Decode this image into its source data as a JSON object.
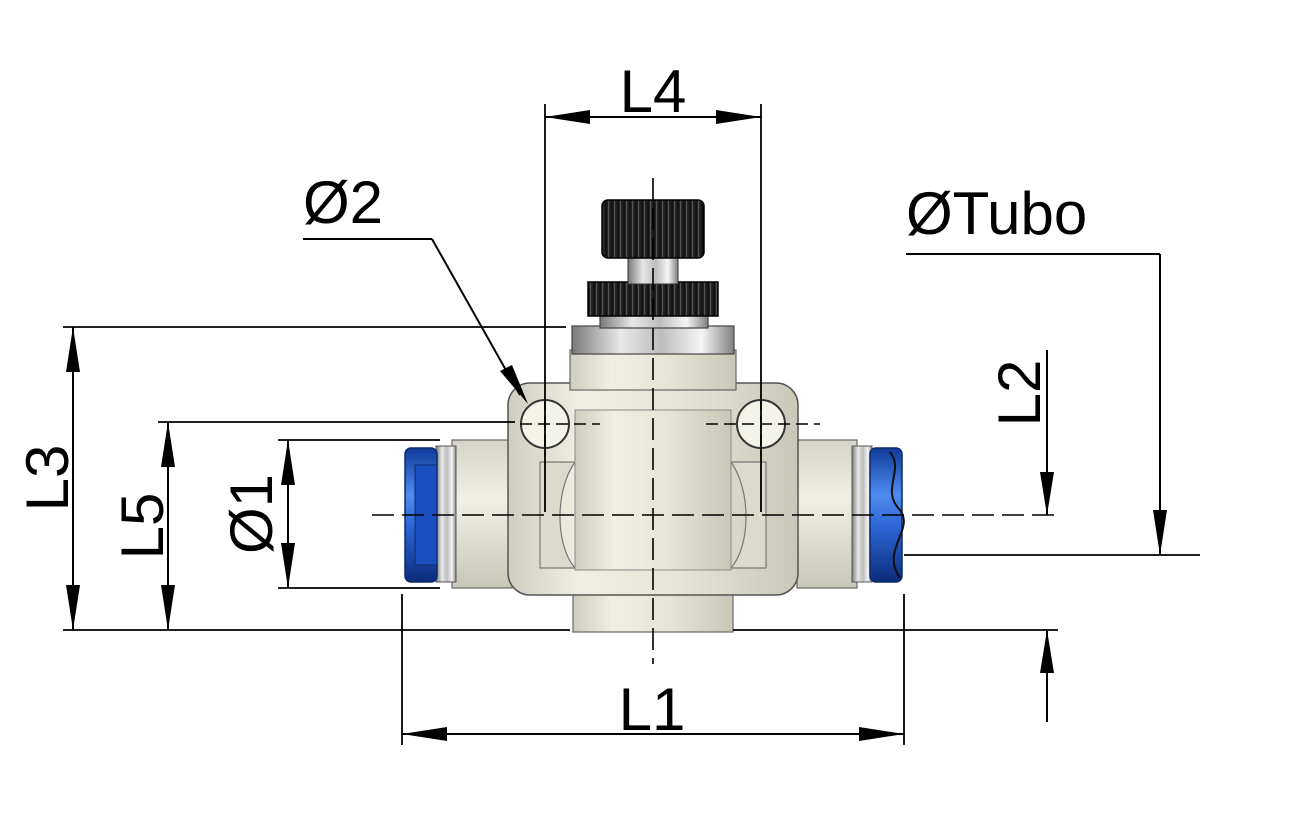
{
  "labels": {
    "L4": "L4",
    "D2": "Ø2",
    "DTubo": "ØTubo",
    "L2": "L2",
    "L3": "L3",
    "L5": "L5",
    "D1": "Ø1",
    "L1": "L1"
  },
  "colors": {
    "line": "#000000",
    "body": "#e8e6d8",
    "metal": "#b8b8b8",
    "blue": "#2a63d4"
  }
}
